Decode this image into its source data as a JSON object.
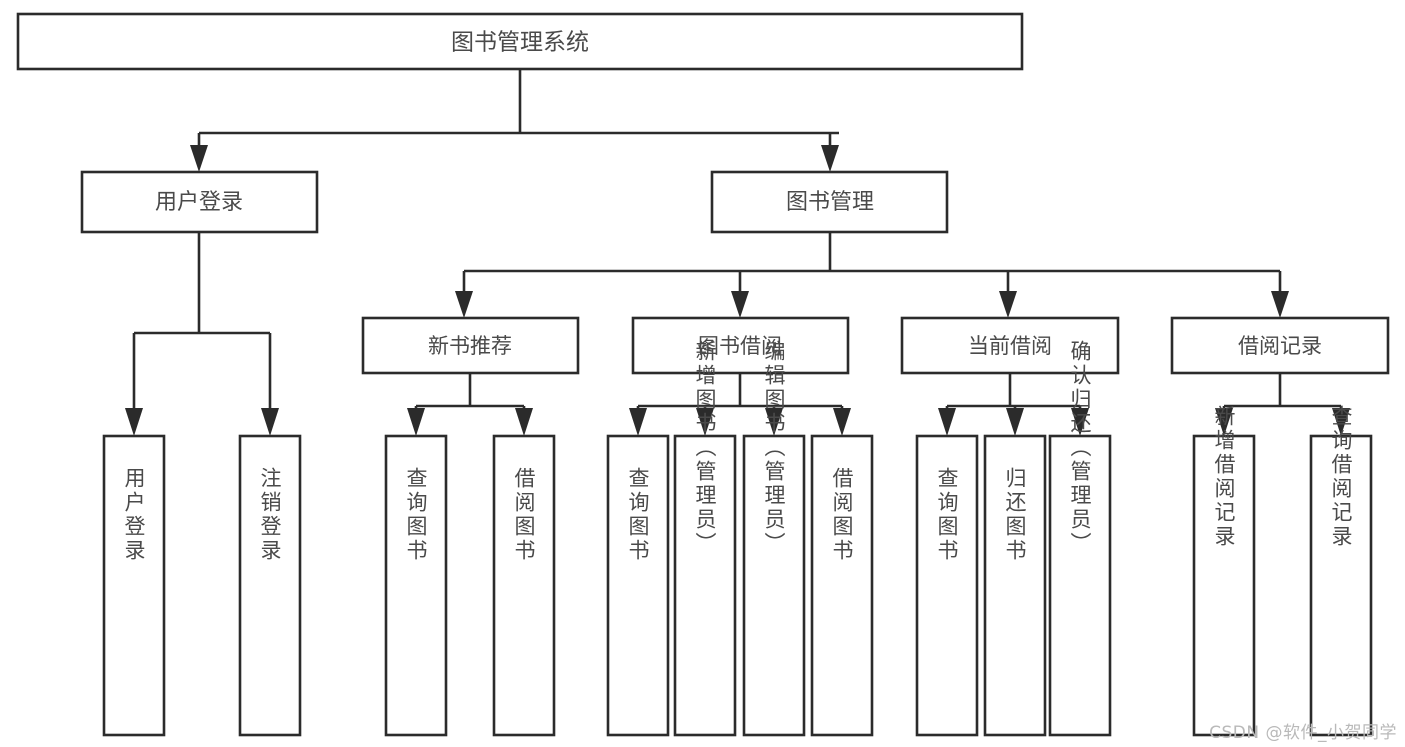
{
  "diagram": {
    "title": "图书管理系统",
    "type": "tree",
    "root": {
      "id": "root",
      "label": "图书管理系统"
    },
    "level2": [
      {
        "id": "user-login",
        "label": "用户登录"
      },
      {
        "id": "book-manage",
        "label": "图书管理"
      }
    ],
    "level3": [
      {
        "id": "new-book-recommend",
        "label": "新书推荐"
      },
      {
        "id": "book-borrow",
        "label": "图书借阅"
      },
      {
        "id": "current-borrow",
        "label": "当前借阅"
      },
      {
        "id": "borrow-record",
        "label": "借阅记录"
      }
    ],
    "leaves": {
      "user_login": [
        {
          "id": "leaf-user-login",
          "label": "用户登录"
        },
        {
          "id": "leaf-logout-login",
          "label": "注销登录"
        }
      ],
      "new_book_recommend": [
        {
          "id": "leaf-query-book-1",
          "label": "查询图书"
        },
        {
          "id": "leaf-borrow-book-1",
          "label": "借阅图书"
        }
      ],
      "book_borrow": [
        {
          "id": "leaf-query-book-2",
          "label": "查询图书"
        },
        {
          "id": "leaf-add-book",
          "label": "新增图书（管理员）"
        },
        {
          "id": "leaf-edit-book",
          "label": "编辑图书（管理员）"
        },
        {
          "id": "leaf-borrow-book-2",
          "label": "借阅图书"
        }
      ],
      "current_borrow": [
        {
          "id": "leaf-query-book-3",
          "label": "查询图书"
        },
        {
          "id": "leaf-return-book",
          "label": "归还图书"
        },
        {
          "id": "leaf-confirm-return",
          "label": "确认归还（管理员）"
        }
      ],
      "borrow_record": [
        {
          "id": "leaf-add-record",
          "label": "新增借阅记录"
        },
        {
          "id": "leaf-query-record",
          "label": "查询借阅记录"
        }
      ]
    },
    "colors": {
      "stroke": "#2b2b2b",
      "fill": "#ffffff",
      "text": "#4a4a4a",
      "watermark": "#b9b9b9",
      "background": "#ffffff"
    }
  },
  "watermark": {
    "text": "CSDN @软件_小贺同学"
  }
}
